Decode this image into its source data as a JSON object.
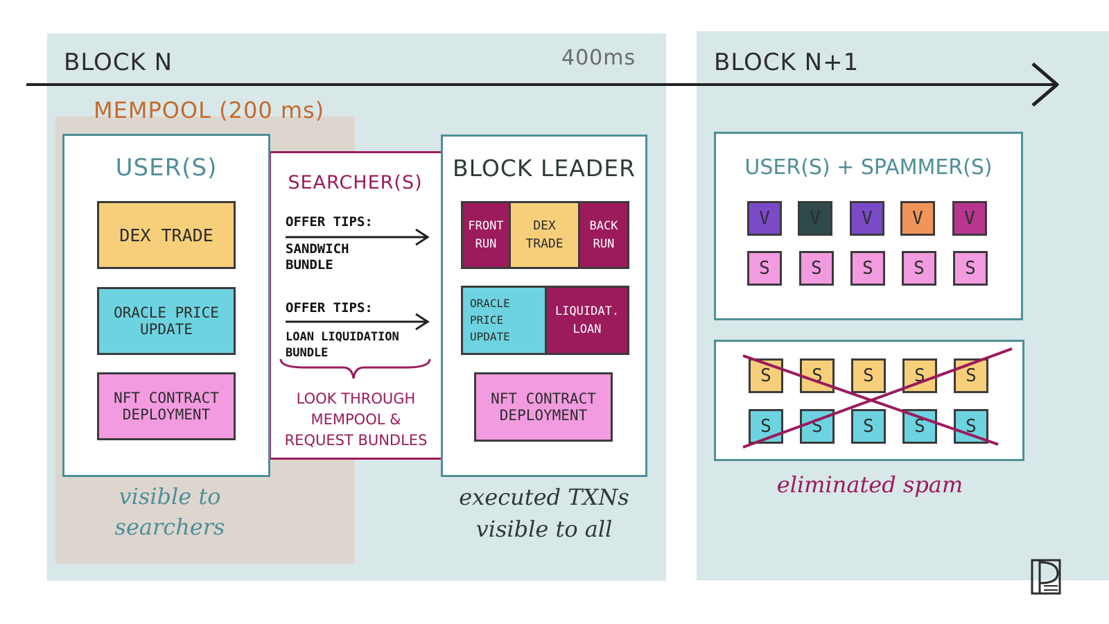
{
  "block_n": {
    "title": "BLOCK N",
    "duration": "400ms"
  },
  "block_n1": {
    "title": "BLOCK N+1"
  },
  "mempool": {
    "title": "MEMPOOL (200 ms)",
    "users_title": "USER(S)",
    "txns": [
      "DEX TRADE",
      "ORACLE PRICE UPDATE",
      "NFT CONTRACT DEPLOYMENT"
    ],
    "caption": "visible to searchers"
  },
  "searchers": {
    "title": "SEARCHER(S)",
    "offer1_label": "OFFER TIPS:",
    "offer1_bundle": "SANDWICH BUNDLE",
    "offer2_label": "OFFER TIPS:",
    "offer2_bundle": "LOAN LIQUIDATION BUNDLE",
    "note": "LOOK THROUGH MEMPOOL & REQUEST BUNDLES"
  },
  "leader": {
    "title": "BLOCK LEADER",
    "row1": [
      "FRONT RUN",
      "DEX TRADE",
      "BACK RUN"
    ],
    "row2": [
      "ORACLE PRICE UPDATE",
      "LIQUIDAT. LOAN"
    ],
    "row3": "NFT CONTRACT DEPLOYMENT",
    "caption": "executed TXNs visible to all"
  },
  "next_block": {
    "panel_title": "USER(S) + SPAMMER(S)",
    "user_tx": [
      "V",
      "V",
      "V",
      "V",
      "V"
    ],
    "spam_tx": [
      "S",
      "S",
      "S",
      "S",
      "S"
    ],
    "elim_row1": [
      "S",
      "S",
      "S",
      "S",
      "S"
    ],
    "elim_row2": [
      "S",
      "S",
      "S",
      "S",
      "S"
    ],
    "caption": "eliminated spam"
  },
  "colors": {
    "teal": "#4f8f98",
    "maroon": "#9b1b5c",
    "orange": "#c56a2c",
    "dark": "#2d3a3a",
    "user_tx_colors": [
      "#7a4ac9",
      "#2e4a4a",
      "#7a4ac9",
      "#f0955a",
      "#b8368f"
    ]
  }
}
